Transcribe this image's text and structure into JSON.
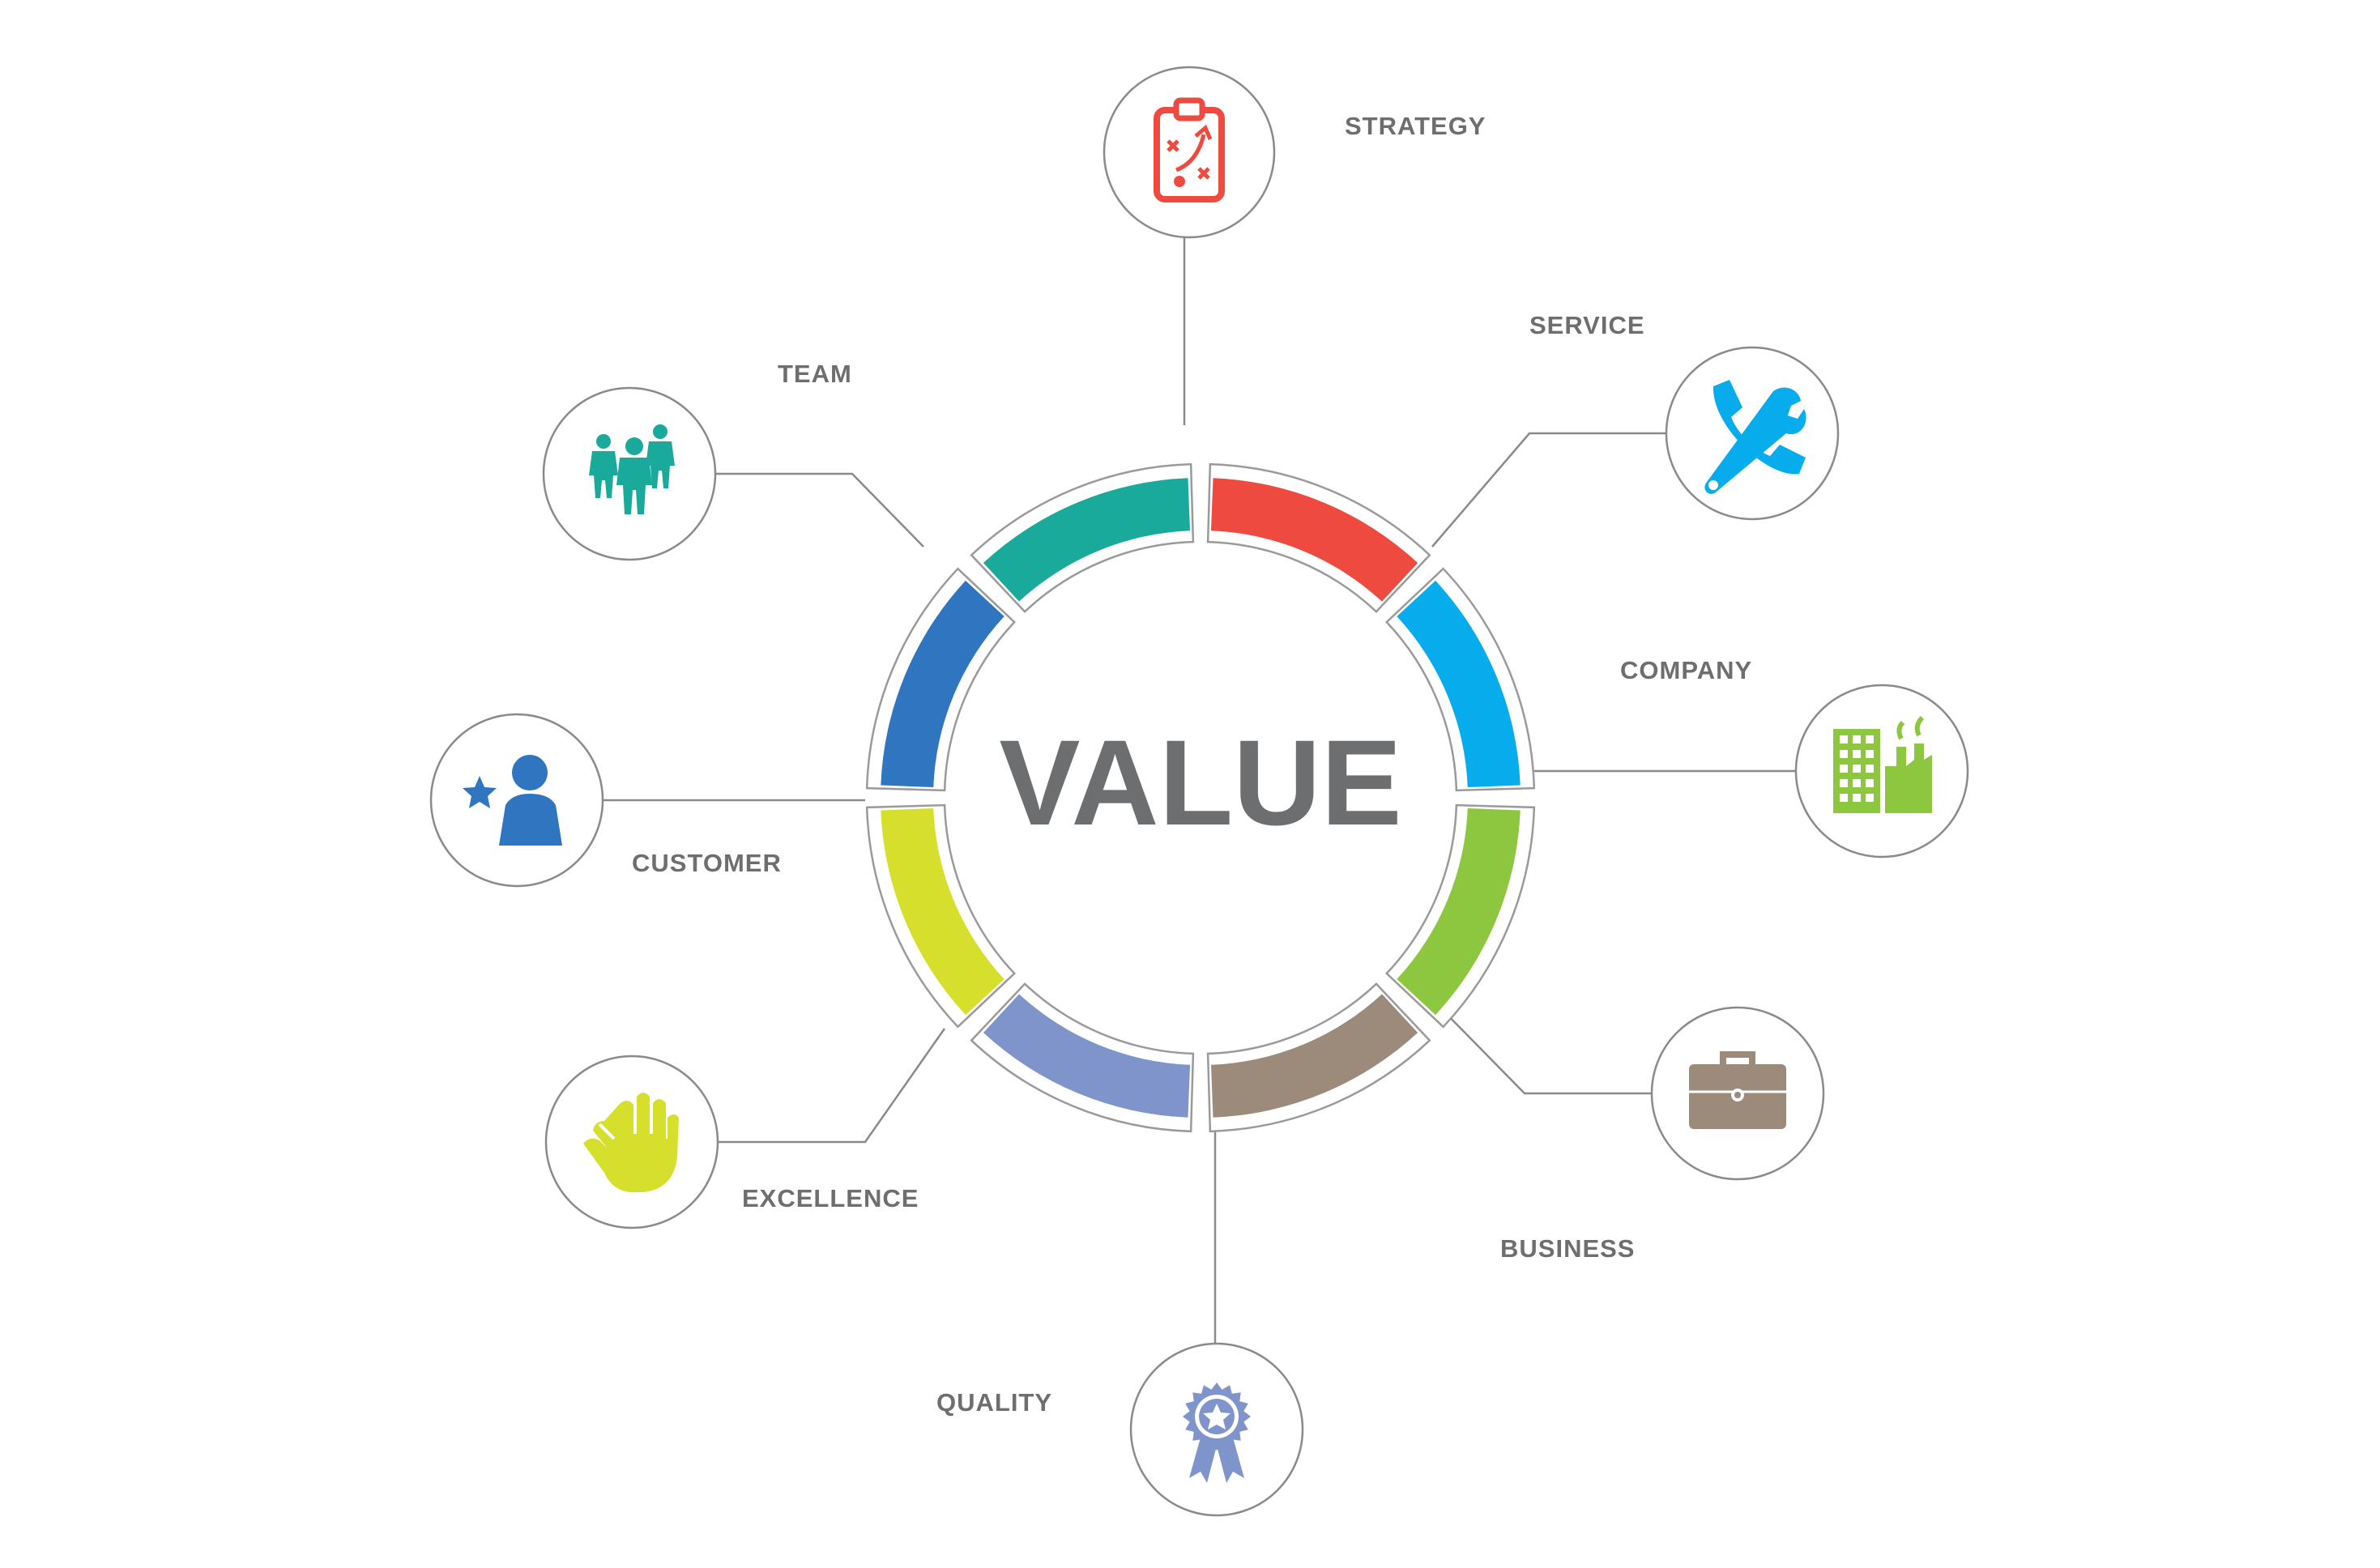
{
  "center_label": "VALUE",
  "segments": [
    {
      "key": "strategy",
      "label": "STRATEGY",
      "color": "#ef4a3f",
      "icon": "clipboard-strategy-icon"
    },
    {
      "key": "service",
      "label": "SERVICE",
      "color": "#07acec",
      "icon": "phone-wrench-icon"
    },
    {
      "key": "company",
      "label": "COMPANY",
      "color": "#8dc63f",
      "icon": "factory-building-icon"
    },
    {
      "key": "business",
      "label": "BUSINESS",
      "color": "#9c8b7b",
      "icon": "briefcase-icon"
    },
    {
      "key": "quality",
      "label": "QUALITY",
      "color": "#7f94cb",
      "icon": "award-rosette-icon"
    },
    {
      "key": "excellence",
      "label": "EXCELLENCE",
      "color": "#d6df2c",
      "icon": "ok-hand-icon"
    },
    {
      "key": "customer",
      "label": "CUSTOMER",
      "color": "#2f75bf",
      "icon": "customer-star-icon"
    },
    {
      "key": "team",
      "label": "TEAM",
      "color": "#1aaa9b",
      "icon": "team-people-icon"
    }
  ]
}
